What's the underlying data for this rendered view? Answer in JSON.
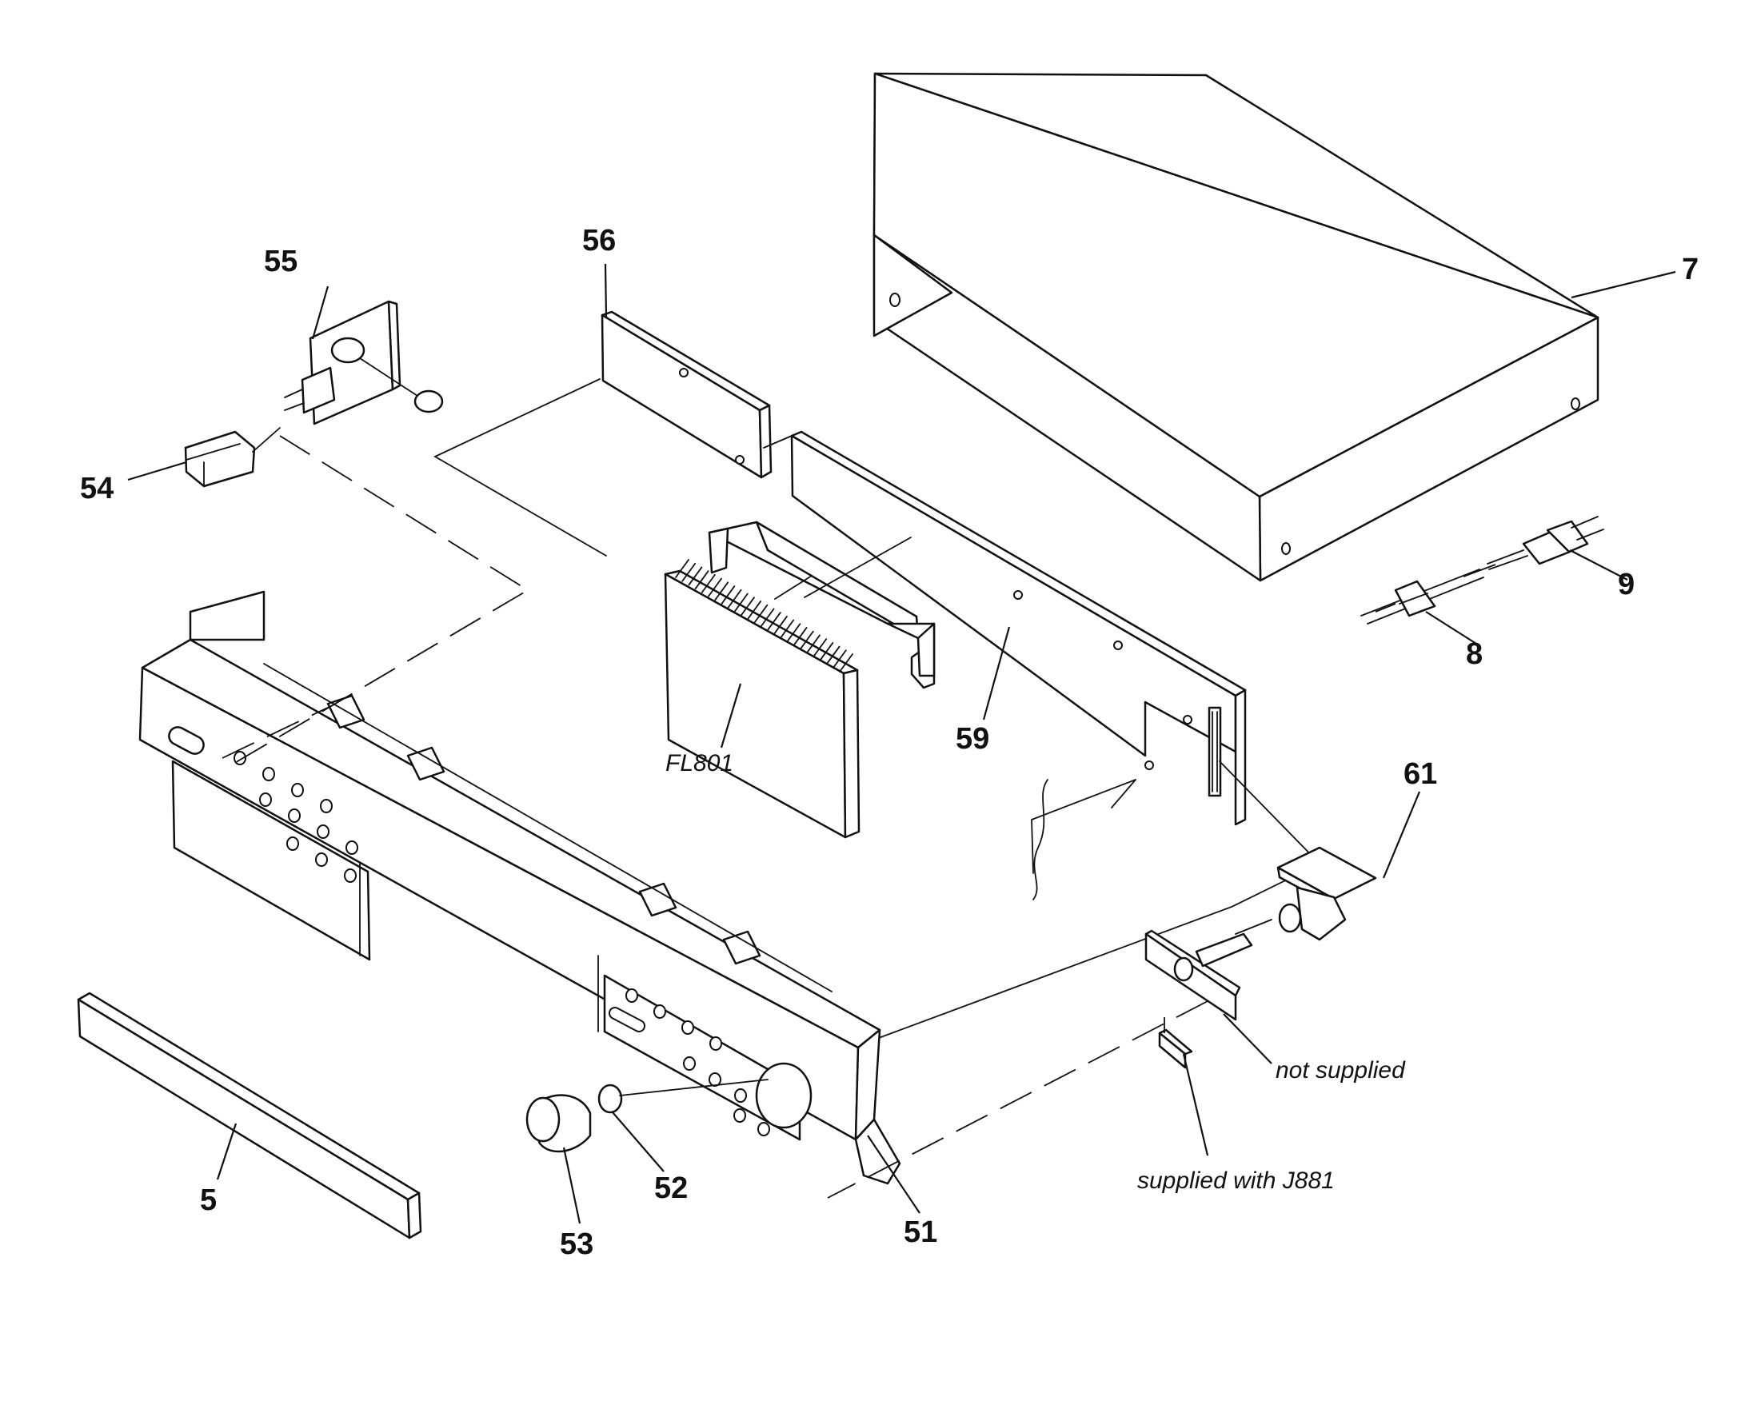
{
  "labels": {
    "p5": "5",
    "p7": "7",
    "p8": "8",
    "p9": "9",
    "p51": "51",
    "p52": "52",
    "p53": "53",
    "p54": "54",
    "p55": "55",
    "p56": "56",
    "p59": "59",
    "p61": "61",
    "fl801": "FL801"
  },
  "notes": {
    "not_supplied": "not supplied",
    "supplied_with": "supplied with J881"
  }
}
